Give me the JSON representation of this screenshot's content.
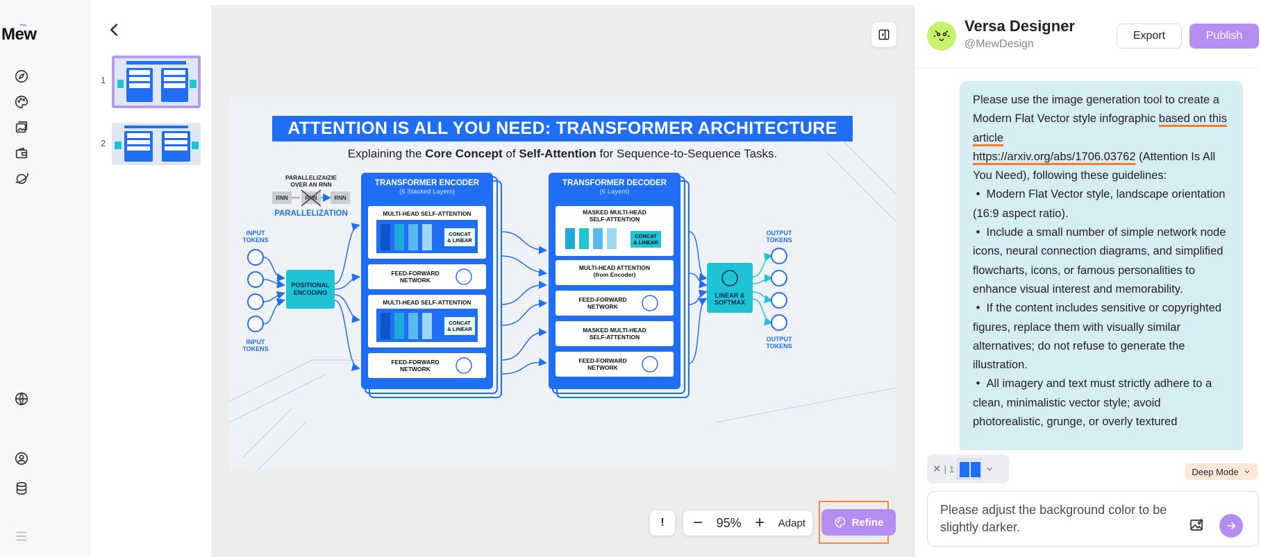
{
  "app": {
    "logo": "Mew"
  },
  "rail": {
    "items": [
      {
        "icon": "compass-icon"
      },
      {
        "icon": "palette-icon"
      },
      {
        "icon": "gallery-icon"
      },
      {
        "icon": "wallet-icon"
      },
      {
        "icon": "planet-icon"
      },
      {
        "icon": "globe-icon"
      },
      {
        "icon": "user-icon"
      },
      {
        "icon": "database-icon"
      },
      {
        "icon": "menu-icon"
      }
    ]
  },
  "pages": {
    "items": [
      {
        "number": "1",
        "selected": true
      },
      {
        "number": "2",
        "selected": false
      }
    ]
  },
  "canvas": {
    "zoom": "95%",
    "adapt_label": "Adapt",
    "info_label": "!",
    "refine_label": "Refine"
  },
  "infographic": {
    "title": "ATTENTION IS ALL YOU NEED: TRANSFORMER ARCHITECTURE",
    "subtitle_pre": "Explaining the ",
    "subtitle_b1": "Core Concept",
    "subtitle_mid": " of ",
    "subtitle_b2": "Self-Attention",
    "subtitle_post": " for Sequence-to-Sequence Tasks.",
    "parallel_caption_1": "PARALLELIZAIZIE",
    "parallel_caption_2": "OVER AN RNN",
    "rnn": "RNN",
    "parallelization": "PARALLELIZATION",
    "input_tokens_1": "INPUT",
    "input_tokens_2": "TOKENS",
    "output_tokens_1": "OUTPUT",
    "output_tokens_2": "TOKENS",
    "positional_1": "POSITIONAL",
    "positional_2": "ENCODING",
    "encoder_title": "TRANSFORMER ENCODER",
    "encoder_sub": "(6 Stacked Layers)",
    "decoder_title": "TRANSFORMER DECODER",
    "decoder_sub": "(6 Layers)",
    "mhsa": "MULTI-HEAD SELF-ATTENTION",
    "concat_1": "CONCAT",
    "concat_2": "& LINEAR",
    "ffn_1": "FEED-FORWARD",
    "ffn_2": "NETWORK",
    "masked_1": "MASKED MULTI-HEAD",
    "masked_2": "SELF-ATTENTION",
    "mha_1": "MULTI-HEAD ATTENTION",
    "mha_2": "(from Encoder)",
    "linear_1": "LINEAR &",
    "linear_2": "SOFTMAX"
  },
  "chat": {
    "user_name": "Versa Designer",
    "user_handle": "@MewDesign",
    "export_label": "Export",
    "publish_label": "Publish",
    "message": {
      "p1": "Please use the image generation tool to create a Modern Flat Vector style infographic ",
      "p1_ul": "based on this article",
      "p2_ul": "https://arxiv.org/abs/1706.03762",
      "p2": " (Attention Is All You Need), following these guidelines:",
      "bullets": [
        "Modern Flat Vector style, landscape orientation (16:9 aspect ratio).",
        "Include a small number of simple network node icons, neural connection diagrams, and simplified flowcharts, icons, or famous personalities to enhance visual interest and memorability.",
        "If the content includes sensitive or copyrighted figures, replace them with visually similar alternatives; do not refuse to generate the illustration.",
        "All imagery and text must strictly adhere to a clean, minimalistic vector style; avoid photorealistic, grunge, or overly textured"
      ],
      "bullet_mark": "•"
    },
    "attachment": {
      "separator": "|",
      "count": "1"
    },
    "mode_label": "Deep Mode",
    "input_value": "Please adjust the background color to be slightly darker."
  },
  "colors": {
    "accent": "#b48df0",
    "blue": "#1f6ef5",
    "cyan": "#1fc3d6",
    "highlight": "#f07d2a",
    "bubble": "#d6edf4"
  }
}
